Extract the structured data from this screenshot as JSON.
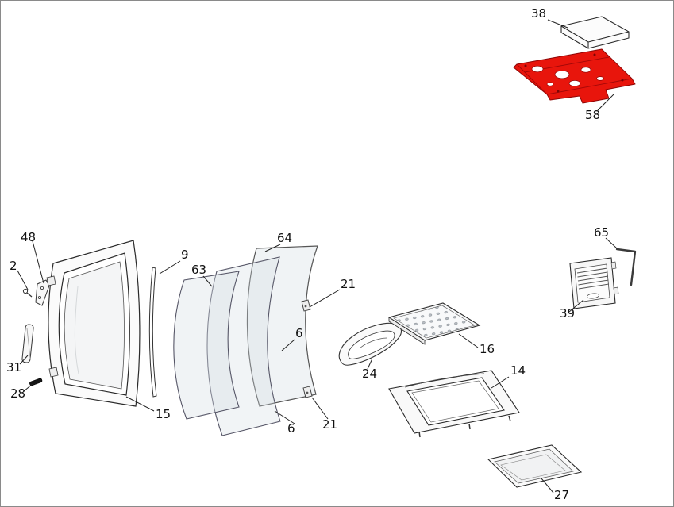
{
  "diagram": {
    "type": "exploded-parts-diagram",
    "background_color": "#ffffff",
    "outline_color": "#2a2a2a",
    "highlight_color": "#e8150c"
  },
  "labels": {
    "p38": "38",
    "p58": "58",
    "p48": "48",
    "p2": "2",
    "p31": "31",
    "p28": "28",
    "p15": "15",
    "p9": "9",
    "p63": "63",
    "p64": "64",
    "p21a": "21",
    "p6a": "6",
    "p6b": "6",
    "p21b": "21",
    "p24": "24",
    "p16": "16",
    "p14": "14",
    "p27": "27",
    "p39": "39",
    "p65": "65"
  }
}
